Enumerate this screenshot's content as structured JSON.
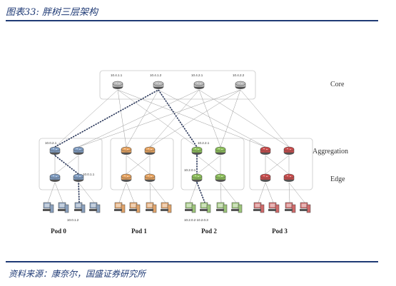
{
  "header": {
    "title": "图表33: 胖树三层架构"
  },
  "footer": {
    "source": "资料来源：康奈尔，国盛证券研究所"
  },
  "diagram": {
    "layers": {
      "core": "Core",
      "aggregation": "Aggregation",
      "edge": "Edge"
    },
    "pods": [
      {
        "label": "Pod 0",
        "color": "#7f9cc2",
        "host_color": "#8aa0bd"
      },
      {
        "label": "Pod 1",
        "color": "#e7a35f",
        "host_color": "#e0a36a"
      },
      {
        "label": "Pod 2",
        "color": "#8cbf5a",
        "host_color": "#9cc47a"
      },
      {
        "label": "Pod 3",
        "color": "#c94b4b",
        "host_color": "#cf6a6a"
      }
    ],
    "core_addresses": [
      "10.4.1.1",
      "10.4.1.2",
      "10.4.2.1",
      "10.4.2.2"
    ],
    "annotations": {
      "pod0_agg": "10.0.2.1",
      "pod0_edge": "10.0.1.1",
      "pod0_host": "10.0.1.2",
      "pod2_agg": "10.2.2.1",
      "pod2_edge": "10.2.0.1",
      "pod2_hosts": "10.2.0.2 10.2.0.3"
    }
  }
}
